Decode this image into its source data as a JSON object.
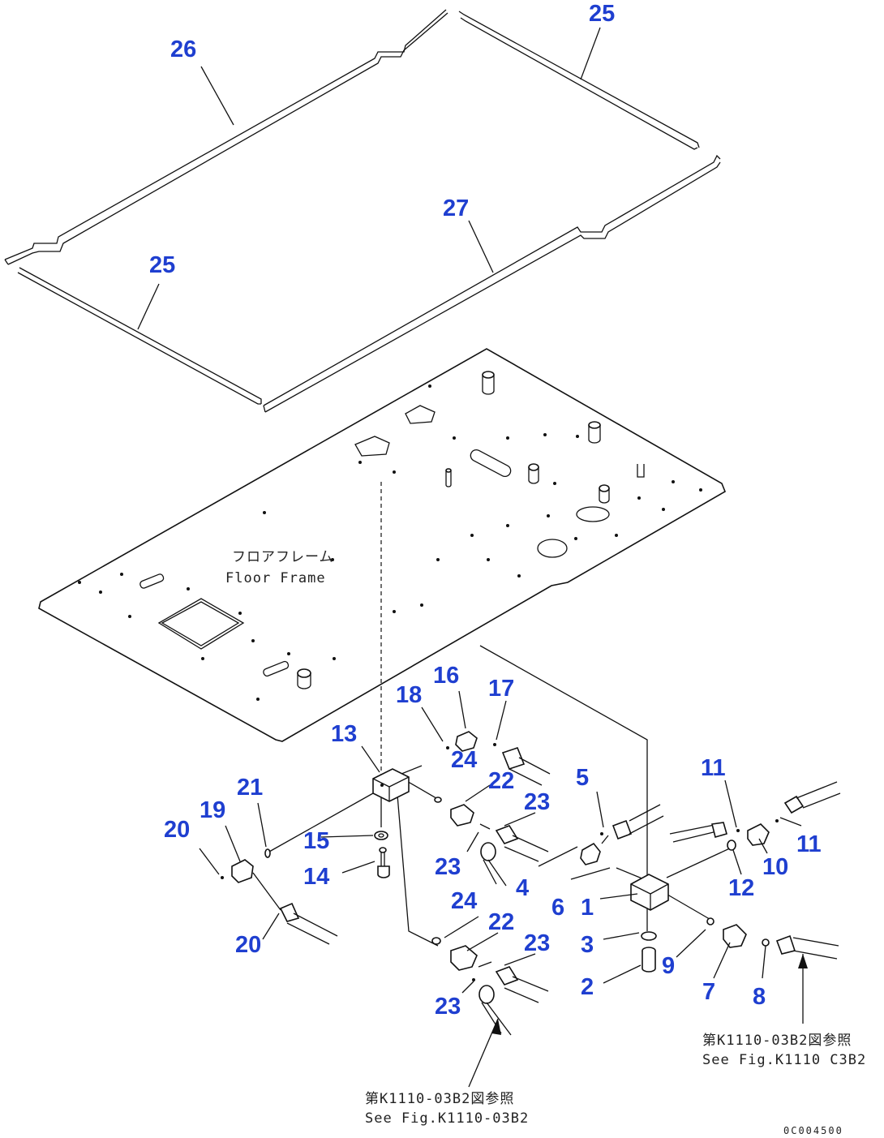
{
  "diagram": {
    "callouts": {
      "c26": "26",
      "c25a": "25",
      "c25b": "25",
      "c27": "27",
      "c13": "13",
      "c18": "18",
      "c16": "16",
      "c17": "17",
      "c24a": "24",
      "c22a": "22",
      "c23a": "23",
      "c23b": "23",
      "c4": "4",
      "c21": "21",
      "c19": "19",
      "c20a": "20",
      "c20b": "20",
      "c15": "15",
      "c14": "14",
      "c24b": "24",
      "c22b": "22",
      "c23c": "23",
      "c23d": "23",
      "c5": "5",
      "c6": "6",
      "c1": "1",
      "c3": "3",
      "c2": "2",
      "c9": "9",
      "c7": "7",
      "c8": "8",
      "c11a": "11",
      "c11b": "11",
      "c10": "10",
      "c12": "12"
    },
    "floor_frame_jp": "フロアフレーム",
    "floor_frame_en": "Floor Frame",
    "ref_left_jp": "第K1110-03B2図参照",
    "ref_left_en": "See Fig.K1110-03B2",
    "ref_right_jp": "第K1110-03B2図参照",
    "ref_right_en": "See Fig.K1110 C3B2",
    "drawing_code": "0C004500",
    "colors": {
      "callout": "#1f3fd0",
      "line": "#111111"
    }
  }
}
